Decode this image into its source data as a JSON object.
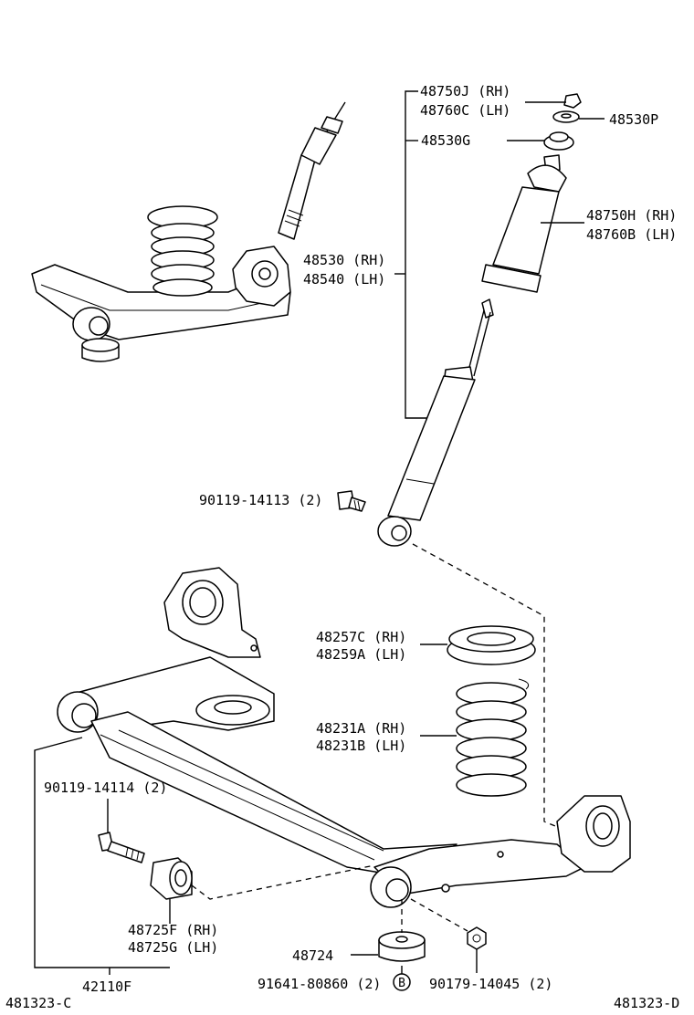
{
  "labels": {
    "l48750j": "48750J (RH)",
    "l48760c": "48760C (LH)",
    "l48530p": "48530P",
    "l48530g": "48530G",
    "l48750h": "48750H (RH)",
    "l48760b": "48760B (LH)",
    "l48530rh": "48530 (RH)",
    "l48540lh": "48540 (LH)",
    "l90119_14113": "90119-14113 (2)",
    "l48257c": "48257C (RH)",
    "l48259a": "48259A (LH)",
    "l48231a": "48231A (RH)",
    "l48231b": "48231B (LH)",
    "l90119_14114": "90119-14114 (2)",
    "l48725f": "48725F (RH)",
    "l48725g": "48725G (LH)",
    "l48724": "48724",
    "l42110f": "42110F",
    "l91641": "91641-80860 (2)",
    "l90179": "90179-14045 (2)",
    "ref_left": "481323-C",
    "ref_right": "481323-D",
    "callout_b": "B"
  }
}
